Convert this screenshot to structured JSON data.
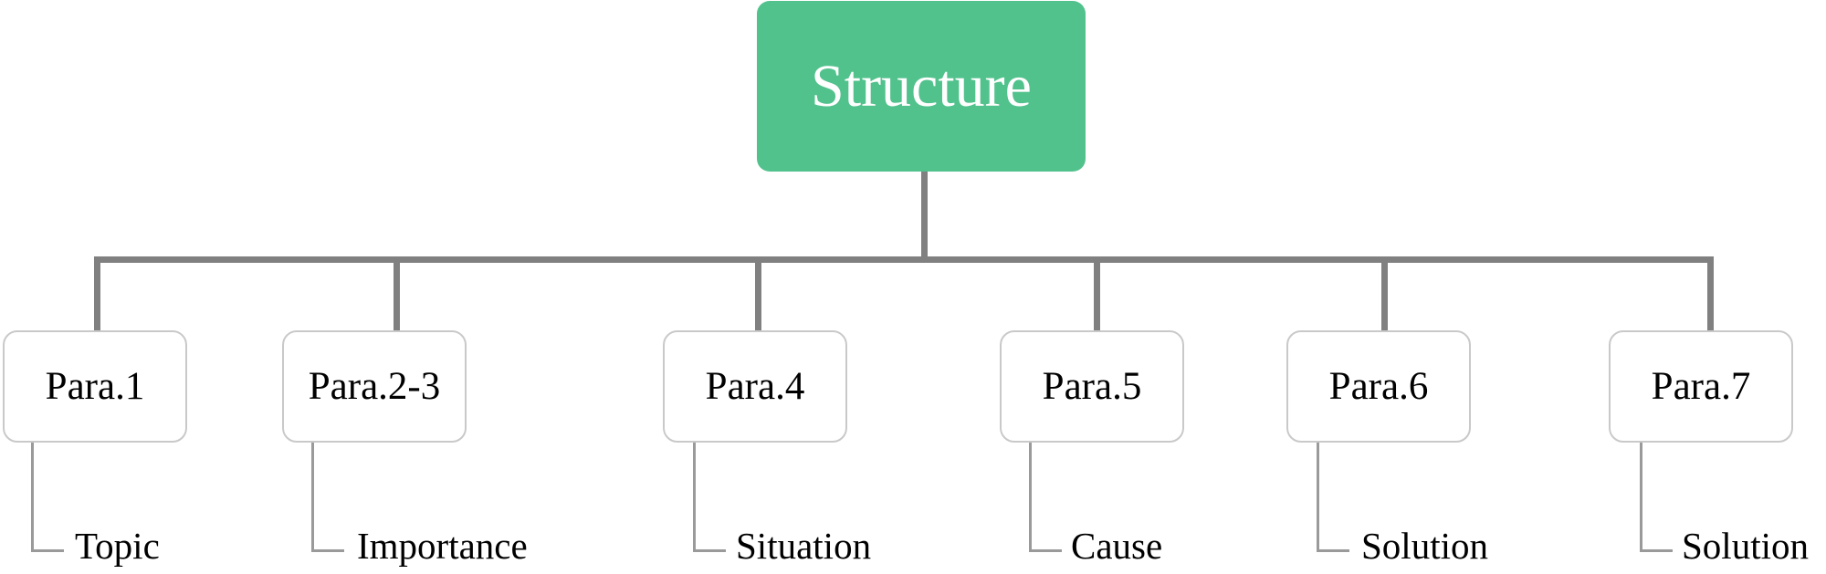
{
  "root": {
    "label": "Structure",
    "color": "#52c28d"
  },
  "connector_color": "#808080",
  "paragraphs": [
    {
      "label": "Para.1",
      "detail": "Topic"
    },
    {
      "label": "Para.2-3",
      "detail": "Importance"
    },
    {
      "label": "Para.4",
      "detail": "Situation"
    },
    {
      "label": "Para.5",
      "detail": "Cause"
    },
    {
      "label": "Para.6",
      "detail": "Solution"
    },
    {
      "label": "Para.7",
      "detail": "Solution"
    }
  ]
}
